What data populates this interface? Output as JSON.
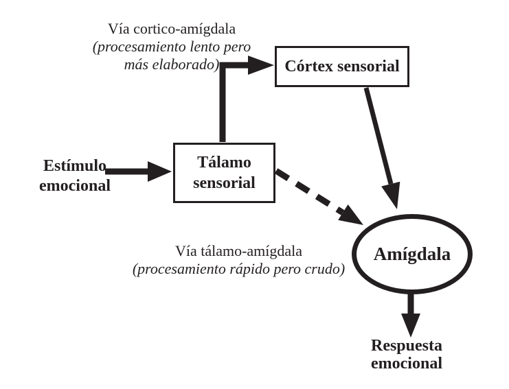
{
  "colors": {
    "ink": "#231f20",
    "background": "#ffffff"
  },
  "labels": {
    "cortico_amigdala_path": {
      "title": "Vía cortico-amígdala",
      "note_line1": "(procesamiento lento pero",
      "note_line2": "más elaborado)"
    },
    "talamo_amigdala_path": {
      "title": "Vía tálamo-amígdala",
      "note": "(procesamiento rápido pero crudo)"
    }
  },
  "nodes": {
    "stimulus": {
      "line1": "Estímulo",
      "line2": "emocional"
    },
    "thalamus": {
      "line1": "Tálamo",
      "line2": "sensorial"
    },
    "cortex": {
      "label": "Córtex sensorial"
    },
    "amygdala": {
      "label": "Amígdala"
    },
    "response": {
      "line1": "Respuesta",
      "line2": "emocional"
    }
  }
}
